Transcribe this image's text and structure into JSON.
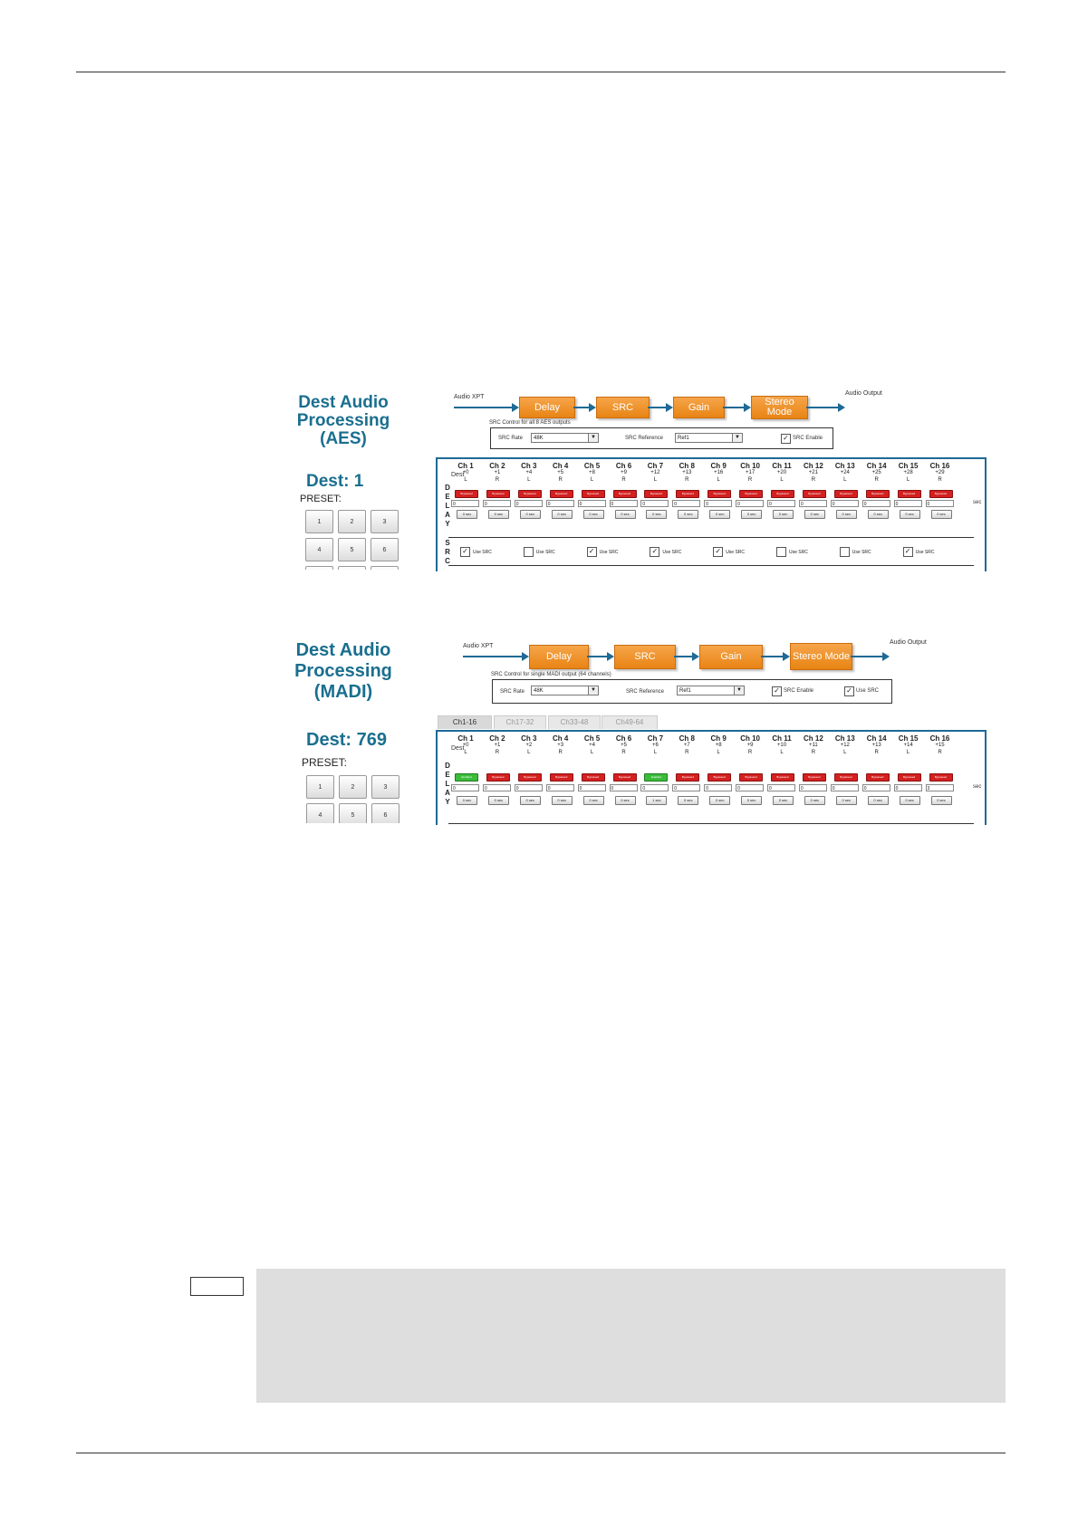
{
  "aes": {
    "title": "Dest Audio Processing (AES)",
    "dest": "Dest: 1",
    "preset_label": "PRESET:",
    "presets": [
      "1",
      "2",
      "3",
      "4",
      "5",
      "6"
    ],
    "flow": {
      "input_label": "Audio XPT",
      "output_label": "Audio Output",
      "blocks": [
        "Delay",
        "SRC",
        "Gain",
        "Stereo Mode"
      ]
    },
    "src_control": {
      "title": "SRC Control for all 8 AES outputs",
      "rate_label": "SRC Rate",
      "rate_value": "48K",
      "reference_label": "SRC Reference",
      "reference_value": "Ref1",
      "enable_label": "SRC Enable",
      "enable_checked": true
    },
    "dest_label": "Dest",
    "channels": [
      {
        "name": "Ch 1",
        "offset": "+0",
        "side": "L"
      },
      {
        "name": "Ch 2",
        "offset": "+1",
        "side": "R"
      },
      {
        "name": "Ch 3",
        "offset": "+4",
        "side": "L"
      },
      {
        "name": "Ch 4",
        "offset": "+5",
        "side": "R"
      },
      {
        "name": "Ch 5",
        "offset": "+8",
        "side": "L"
      },
      {
        "name": "Ch 6",
        "offset": "+9",
        "side": "R"
      },
      {
        "name": "Ch 7",
        "offset": "+12",
        "side": "L"
      },
      {
        "name": "Ch 8",
        "offset": "+13",
        "side": "R"
      },
      {
        "name": "Ch 9",
        "offset": "+16",
        "side": "L"
      },
      {
        "name": "Ch 10",
        "offset": "+17",
        "side": "R"
      },
      {
        "name": "Ch 11",
        "offset": "+20",
        "side": "L"
      },
      {
        "name": "Ch 12",
        "offset": "+21",
        "side": "R"
      },
      {
        "name": "Ch 13",
        "offset": "+24",
        "side": "L"
      },
      {
        "name": "Ch 14",
        "offset": "+25",
        "side": "R"
      },
      {
        "name": "Ch 15",
        "offset": "+28",
        "side": "L"
      },
      {
        "name": "Ch 16",
        "offset": "+29",
        "side": "R"
      }
    ],
    "delay_status": [
      "Bypassed",
      "Bypassed",
      "Bypassed",
      "Bypassed",
      "Bypassed",
      "Bypassed",
      "Bypassed",
      "Bypassed",
      "Bypassed",
      "Bypassed",
      "Bypassed",
      "Bypassed",
      "Bypassed",
      "Bypassed",
      "Bypassed",
      "Bypassed"
    ],
    "delay_values": [
      "0",
      "0",
      "0",
      "0",
      "0",
      "0",
      "0",
      "0",
      "0",
      "0",
      "0",
      "0",
      "0",
      "0",
      "0",
      "0"
    ],
    "sec_labels": [
      "0 sec",
      "0 sec",
      "0 sec",
      "0 sec",
      "0 sec",
      "0 sec",
      "0 sec",
      "0 sec",
      "0 sec",
      "0 sec",
      "0 sec",
      "0 sec",
      "0 sec",
      "0 sec",
      "0 sec",
      "0 sec"
    ],
    "sec_unit": "sec",
    "delay_vertical": [
      "D",
      "E",
      "L",
      "A",
      "Y"
    ],
    "src_vertical": [
      "S",
      "R",
      "C"
    ],
    "use_src_label": "Use SRC",
    "use_src_checked": [
      true,
      false,
      true,
      true,
      true,
      false,
      false,
      true
    ]
  },
  "madi": {
    "title": "Dest Audio Processing (MADI)",
    "dest": "Dest: 769",
    "preset_label": "PRESET:",
    "presets": [
      "1",
      "2",
      "3",
      "4",
      "5",
      "6"
    ],
    "flow": {
      "input_label": "Audio XPT",
      "output_label": "Audio Output",
      "blocks": [
        "Delay",
        "SRC",
        "Gain",
        "Stereo Mode"
      ]
    },
    "src_control": {
      "title": "SRC Control for single MADI output (64 channels)",
      "rate_label": "SRC Rate",
      "rate_value": "48K",
      "reference_label": "SRC Reference",
      "reference_value": "Ref1",
      "enable_label": "SRC Enable",
      "enable_checked": true,
      "use_src_label": "Use SRC",
      "use_src_checked": true
    },
    "tabs": [
      "Ch1-16",
      "Ch17-32",
      "Ch33-48",
      "Ch49-64"
    ],
    "dest_label": "Dest",
    "channels": [
      {
        "name": "Ch 1",
        "offset": "+0",
        "side": "L"
      },
      {
        "name": "Ch 2",
        "offset": "+1",
        "side": "R"
      },
      {
        "name": "Ch 3",
        "offset": "+2",
        "side": "L"
      },
      {
        "name": "Ch 4",
        "offset": "+3",
        "side": "R"
      },
      {
        "name": "Ch 5",
        "offset": "+4",
        "side": "L"
      },
      {
        "name": "Ch 6",
        "offset": "+5",
        "side": "R"
      },
      {
        "name": "Ch 7",
        "offset": "+6",
        "side": "L"
      },
      {
        "name": "Ch 8",
        "offset": "+7",
        "side": "R"
      },
      {
        "name": "Ch 9",
        "offset": "+8",
        "side": "L"
      },
      {
        "name": "Ch 10",
        "offset": "+9",
        "side": "R"
      },
      {
        "name": "Ch 11",
        "offset": "+10",
        "side": "L"
      },
      {
        "name": "Ch 12",
        "offset": "+11",
        "side": "R"
      },
      {
        "name": "Ch 13",
        "offset": "+12",
        "side": "L"
      },
      {
        "name": "Ch 14",
        "offset": "+13",
        "side": "R"
      },
      {
        "name": "Ch 15",
        "offset": "+14",
        "side": "L"
      },
      {
        "name": "Ch 16",
        "offset": "+15",
        "side": "R"
      }
    ],
    "delay_status": [
      "Enabled",
      "Bypassed",
      "Bypassed",
      "Bypassed",
      "Bypassed",
      "Bypassed",
      "Enabled",
      "Bypassed",
      "Bypassed",
      "Bypassed",
      "Bypassed",
      "Bypassed",
      "Bypassed",
      "Bypassed",
      "Bypassed",
      "Bypassed"
    ],
    "delay_values": [
      "0",
      "0",
      "0",
      "0",
      "0",
      "0",
      "0",
      "0",
      "0",
      "0",
      "0",
      "0",
      "0",
      "0",
      "0",
      "3"
    ],
    "sec_labels": [
      "0 sec",
      "0 sec",
      "0 sec",
      "0 sec",
      "0 sec",
      "0 sec",
      "1 sec",
      "0 sec",
      "0 sec",
      "0 sec",
      "0 sec",
      "0 sec",
      "0 sec",
      "0 sec",
      "0 sec",
      "0 sec"
    ],
    "sec_unit": "sec",
    "delay_vertical": [
      "D",
      "E",
      "L",
      "A",
      "Y"
    ]
  },
  "colors": {
    "title_blue": "#1a6f8f",
    "flow_orange": "#e88414",
    "panel_border": "#1f6a96",
    "status_red": "#d42020",
    "status_green": "#3bbd3b",
    "note_gray": "#dedede"
  }
}
